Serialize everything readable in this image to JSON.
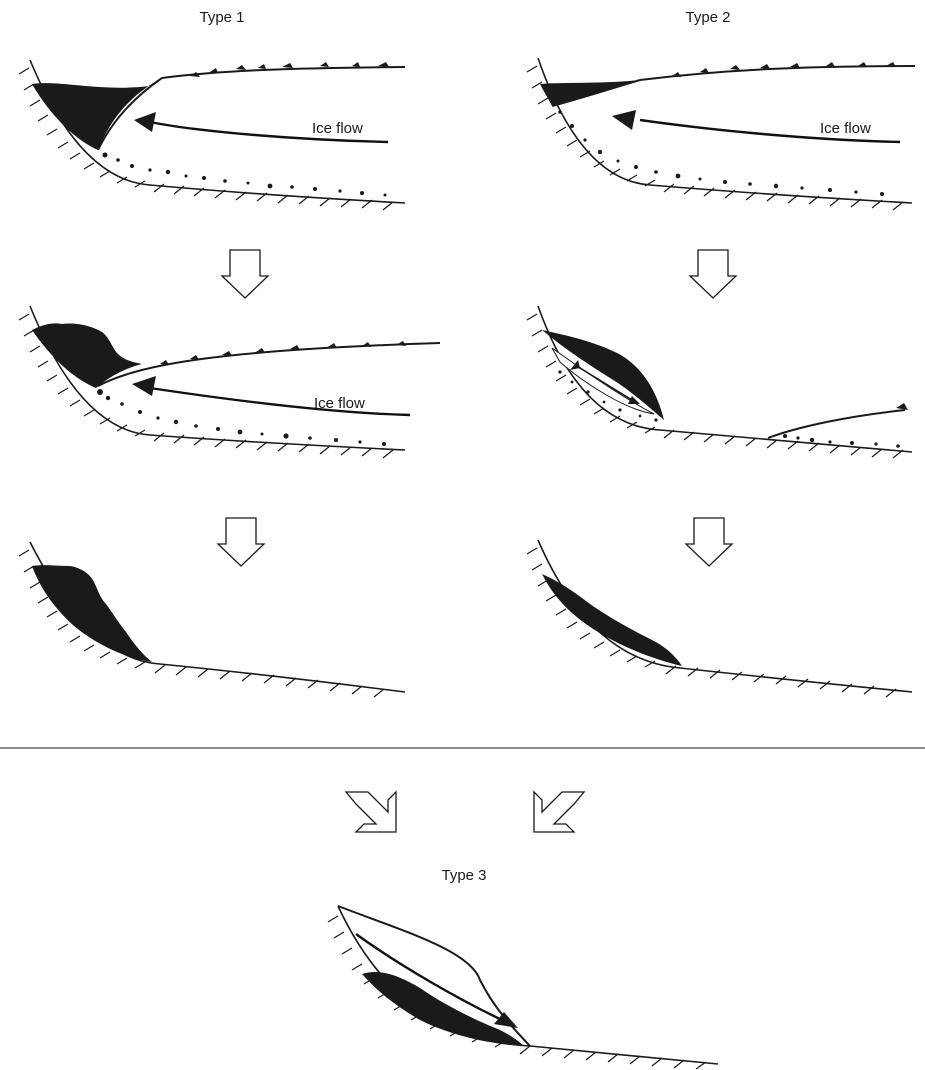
{
  "figure": {
    "columns": [
      {
        "id": "type-1",
        "title": "Type 1"
      },
      {
        "id": "type-2",
        "title": "Type 2"
      }
    ],
    "bottom_title": "Type 3",
    "flow_label": "Ice flow",
    "stages": {
      "type-1": [
        "glacier with cirque deposit",
        "glacier retreating",
        "deposit only"
      ],
      "type-2": [
        "glacier with thin deposit",
        "ice lens detached",
        "deposit only"
      ],
      "type-3": [
        "combined form"
      ]
    }
  }
}
